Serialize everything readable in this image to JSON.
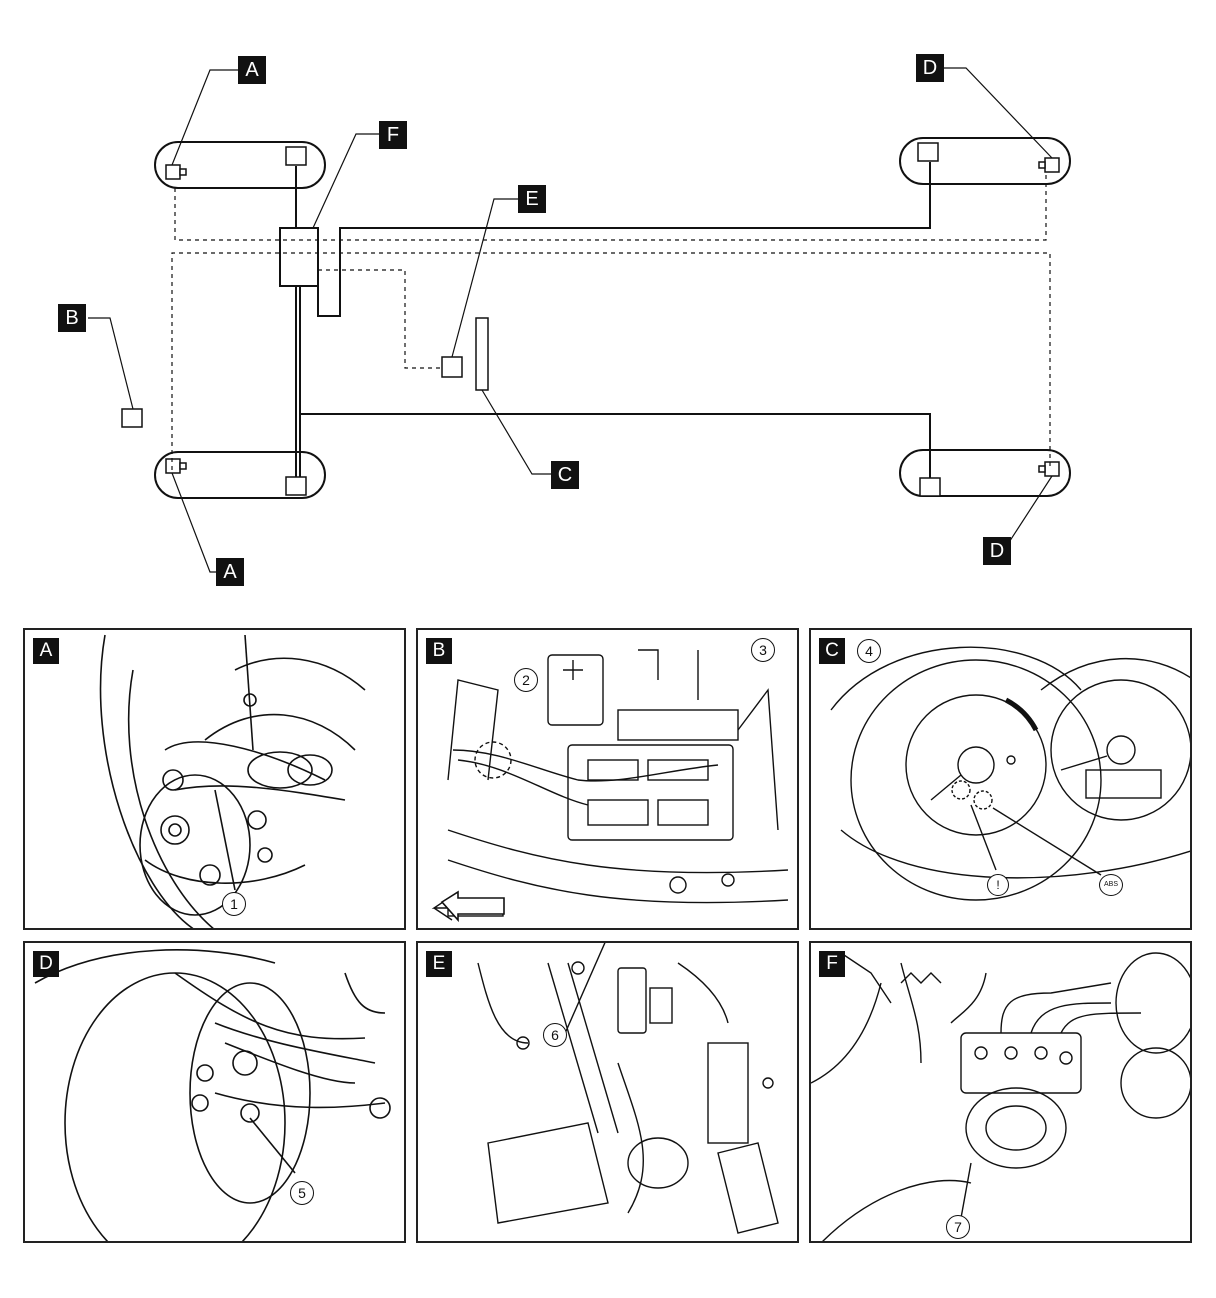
{
  "overview": {
    "tags": {
      "front_left_top": "A",
      "front_left_bottom": "A",
      "module_b": "B",
      "panel_c": "C",
      "rear_right_top": "D",
      "rear_right_bottom": "D",
      "sensor_e": "E",
      "unit_f": "F"
    }
  },
  "panels": [
    {
      "label": "A",
      "callouts": [
        "1"
      ],
      "icon": "front-wheel-sensor"
    },
    {
      "label": "B",
      "callouts": [
        "2",
        "3"
      ],
      "icon": "engine-compartment"
    },
    {
      "label": "C",
      "callouts": [
        "4"
      ],
      "icon": "combination-meter",
      "warning_labels": [
        "!",
        "ABS"
      ]
    },
    {
      "label": "D",
      "callouts": [
        "5"
      ],
      "icon": "rear-wheel-sensor"
    },
    {
      "label": "E",
      "callouts": [
        "6"
      ],
      "icon": "pedal-switch"
    },
    {
      "label": "F",
      "callouts": [
        "7"
      ],
      "icon": "abs-actuator"
    }
  ]
}
